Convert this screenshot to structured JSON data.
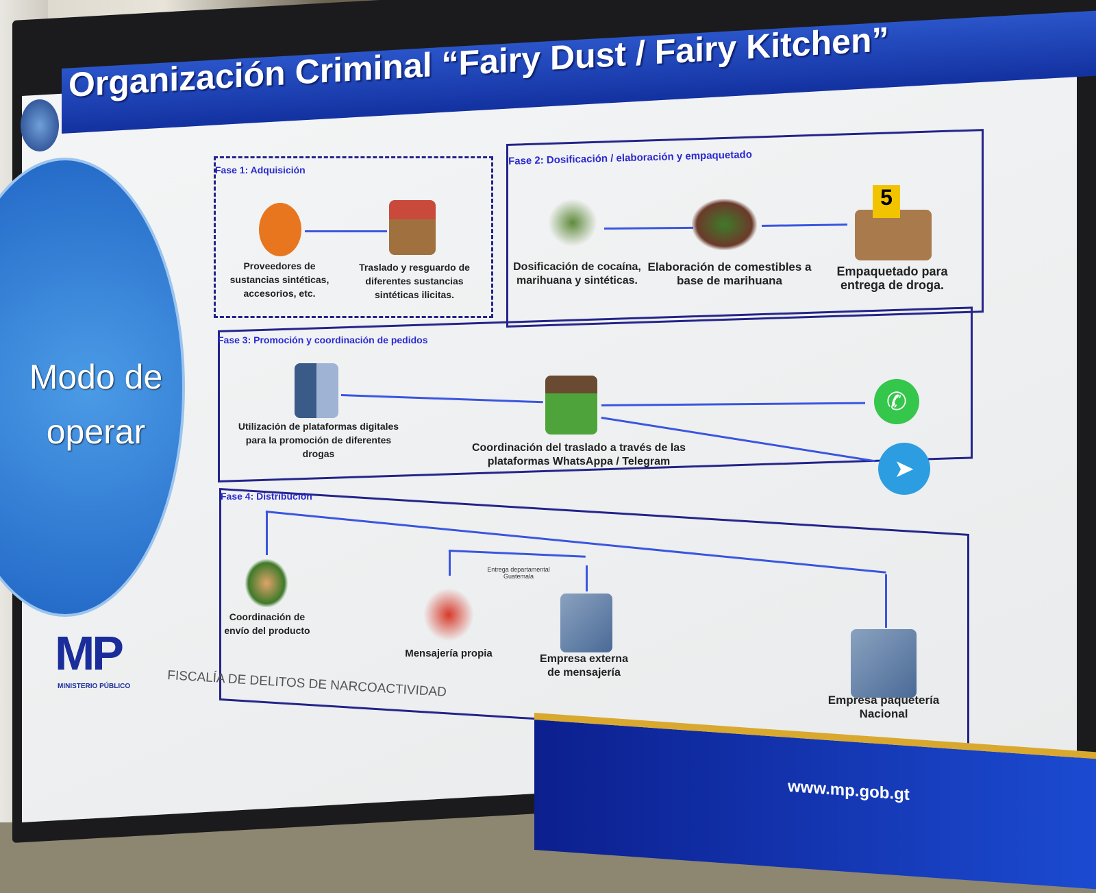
{
  "title": "Organización Criminal “Fairy Dust / Fairy Kitchen”",
  "side_label": "Modo de operar",
  "phase1": {
    "title": "Fase 1: Adquisición",
    "items": [
      "Proveedores de sustancias sintéticas, accesorios, etc.",
      "Traslado y resguardo de diferentes sustancias sintéticas ilicitas."
    ]
  },
  "phase2": {
    "title": "Fase 2: Dosificación / elaboración y empaquetado",
    "items": [
      "Dosificación de cocaína, marihuana y sintéticas.",
      "Elaboración de comestibles a base de marihuana",
      "Empaquetado para entrega de droga."
    ],
    "evidence_marker": "5"
  },
  "phase3": {
    "title": "Fase 3: Promoción y coordinación de pedidos",
    "items": [
      "Utilización de plataformas digitales para la promoción de diferentes drogas",
      "Coordinación del traslado a través de las plataformas WhatsAppa / Telegram"
    ]
  },
  "phase4": {
    "title": "Fase 4: Distribución",
    "items": [
      "Coordinación de envío del producto",
      "Mensajería propia",
      "Empresa externa de mensajería",
      "Empresa paquetería Nacional"
    ],
    "note": "Entrega departamental Guatemala"
  },
  "footer": {
    "logo": "MP",
    "logo_sub": "MINISTERIO PÚBLICO",
    "office": "FISCALÍA DE DELITOS DE NARCOACTIVIDAD",
    "url": "www.mp.gob.gt"
  },
  "colors": {
    "accent": "#1331a0",
    "box": "#24248a",
    "arrow": "#3a55e0"
  }
}
